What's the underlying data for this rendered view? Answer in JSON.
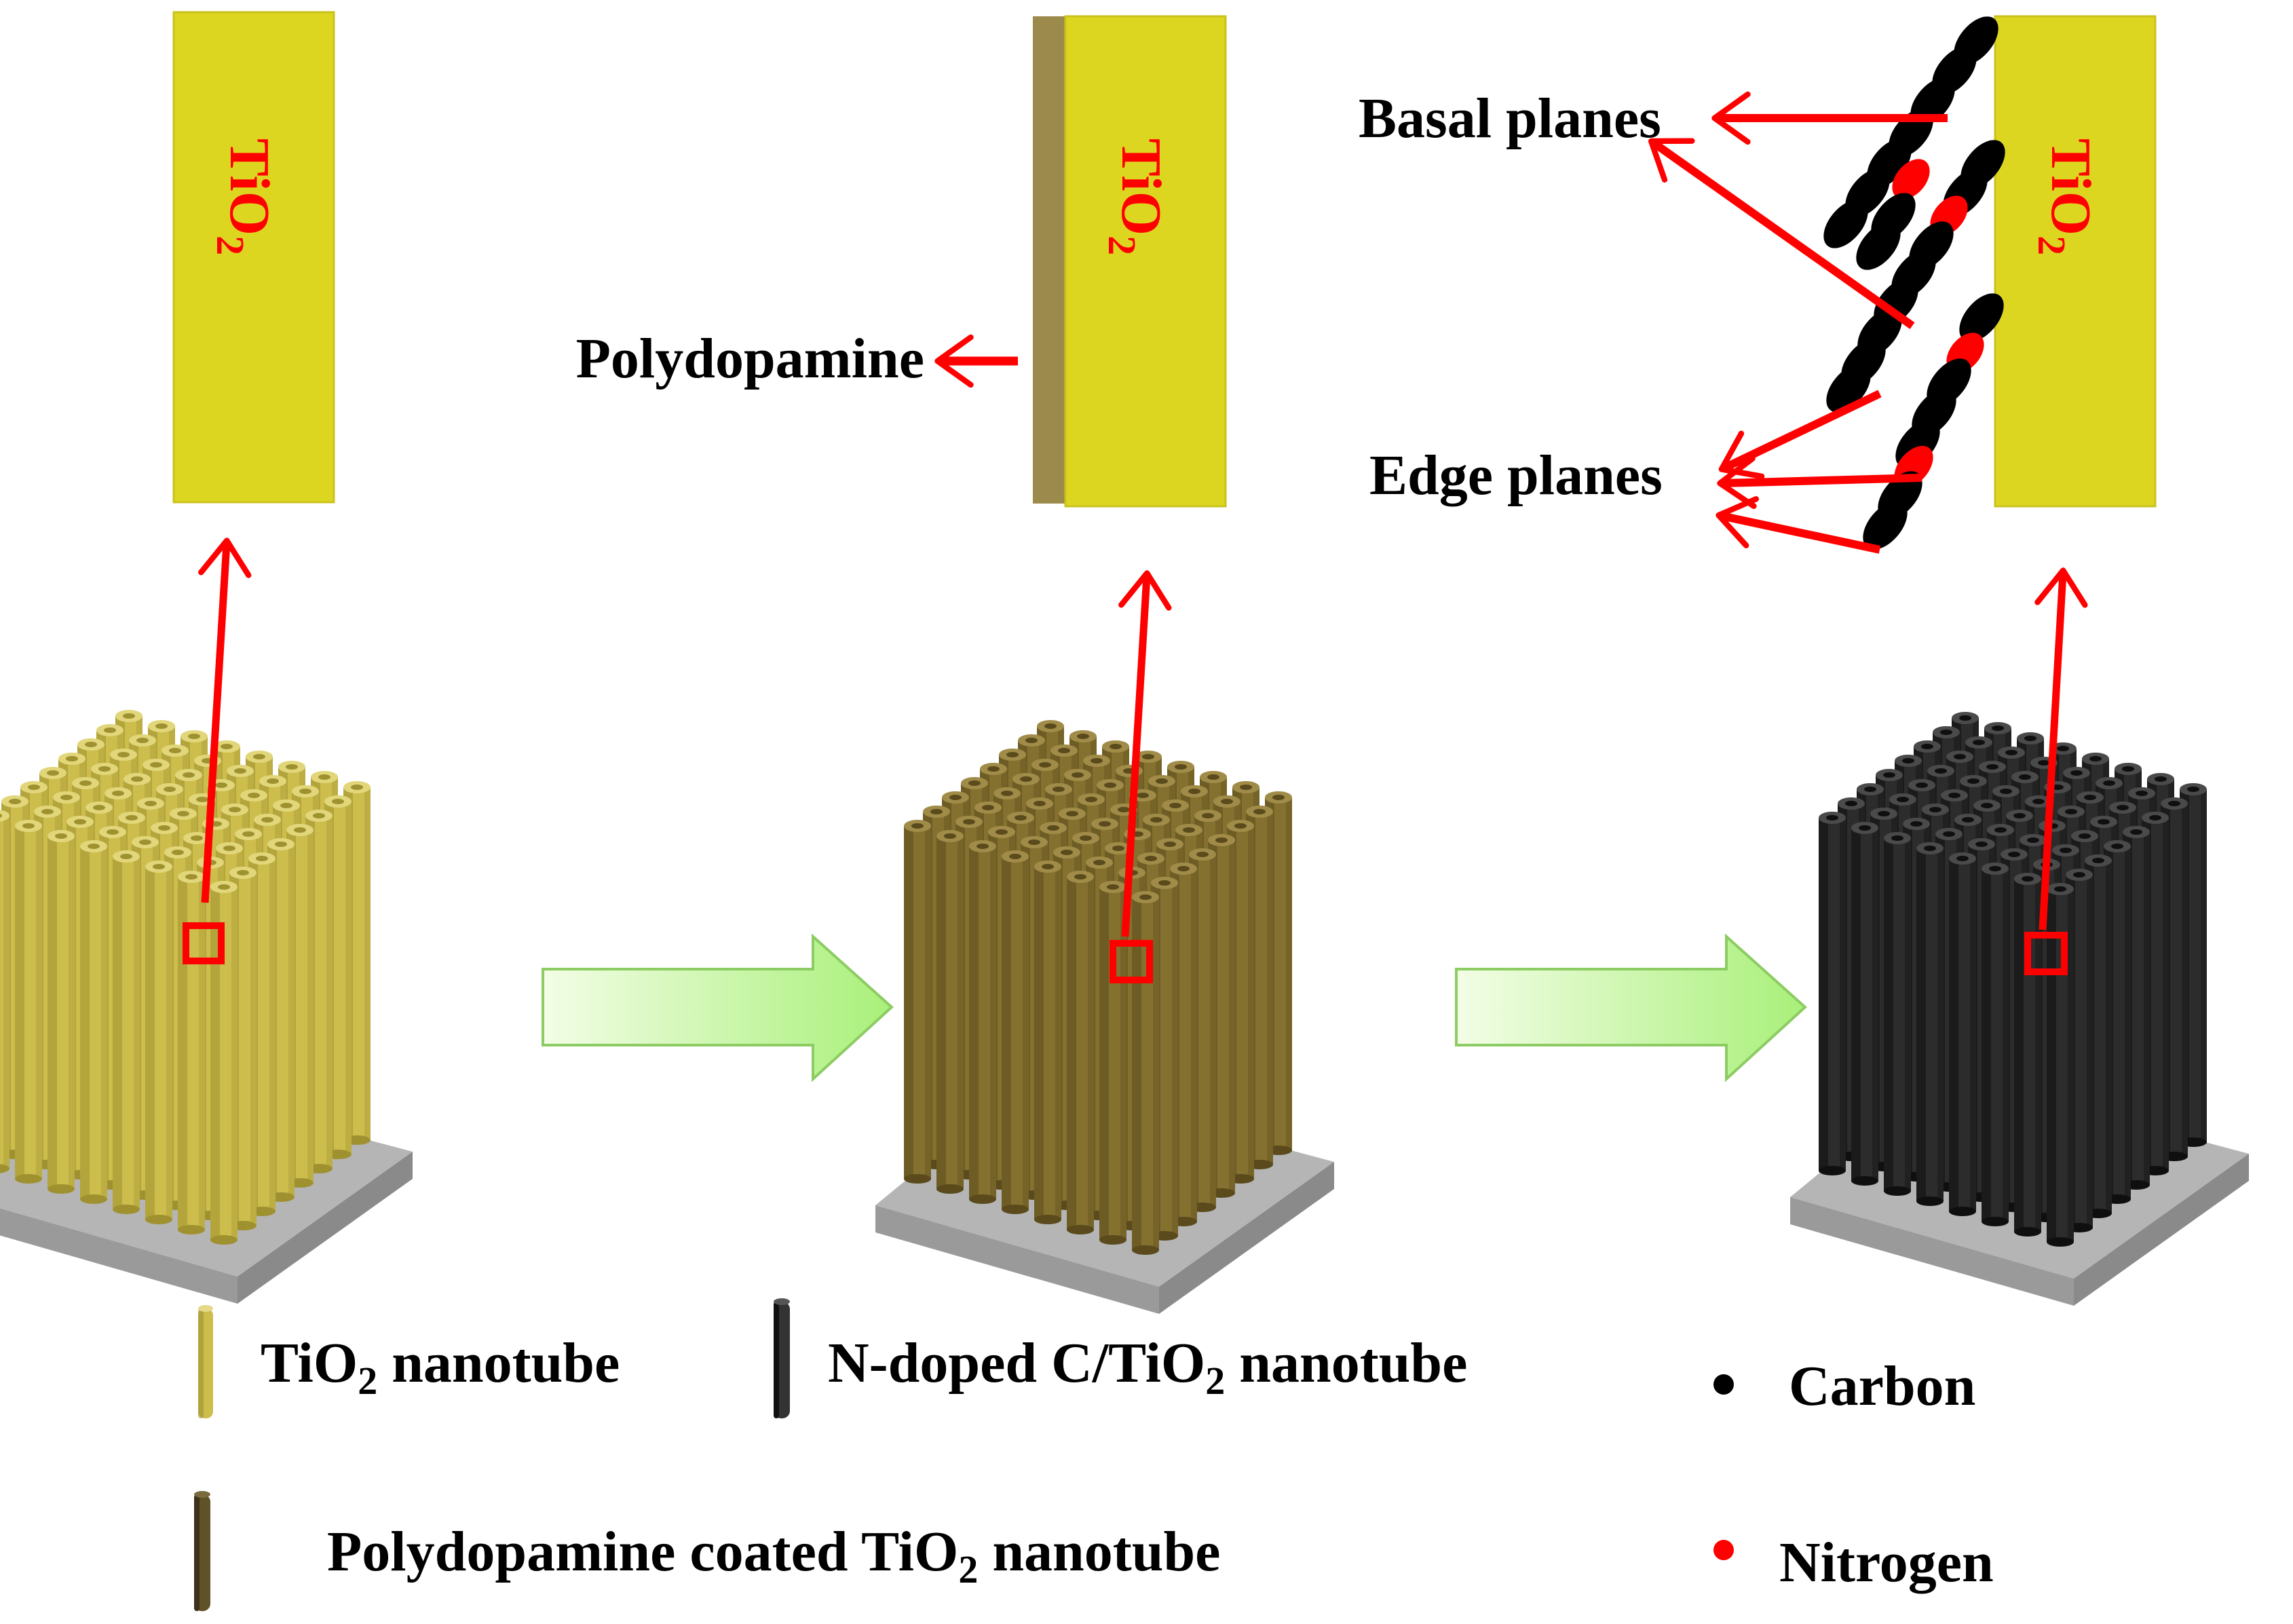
{
  "colors": {
    "tio2_layer": "#ddd621",
    "tio2_layer_stroke": "#c9c21a",
    "polydopamine_layer": "#9c8a4c",
    "arrow_red": "#ff0000",
    "label_red": "#ff0000",
    "process_arrow_light": "#f3fde6",
    "process_arrow_dark": "#a9f07a",
    "process_arrow_stroke": "#8ccc62",
    "tube_tio2": "#cdbd4c",
    "tube_tio2_dark": "#9f9130",
    "tube_pda": "#85712f",
    "tube_pda_dark": "#5a4a1c",
    "tube_carbon": "#2c2c2c",
    "tube_carbon_dark": "#0f0f0f",
    "substrate": "#a8a8a8",
    "carbon_dot": "#000000",
    "nitrogen_dot": "#ff0000",
    "text_black": "#000000"
  },
  "panels": [
    {
      "layer_label_base": "TiO",
      "layer_label_sub": "2",
      "layer_icon": "tio2-layer"
    },
    {
      "layer_label_base": "TiO",
      "layer_label_sub": "2",
      "coating_label": "Polydopamine",
      "layer_icon": "pda-coated-layer"
    },
    {
      "layer_label_base": "TiO",
      "layer_label_sub": "2",
      "plane_labels": {
        "basal": "Basal planes",
        "edge": "Edge planes"
      },
      "layer_icon": "n-doped-carbon-layer"
    }
  ],
  "legend": {
    "tio2_nanotube": {
      "pre": "TiO",
      "sub": "2",
      "post": " nanotube",
      "icon": "yellow-nanotube-icon"
    },
    "n_doped_nanotube": {
      "pre": "N-doped C/TiO",
      "sub": "2",
      "post": " nanotube",
      "icon": "black-nanotube-icon"
    },
    "pda_nanotube": {
      "pre": "Polydopamine coated TiO",
      "sub": "2",
      "post": " nanotube",
      "icon": "brown-nanotube-icon"
    },
    "carbon": {
      "label": "Carbon",
      "icon": "black-dot-icon"
    },
    "nitrogen": {
      "label": "Nitrogen",
      "icon": "red-dot-icon"
    }
  }
}
